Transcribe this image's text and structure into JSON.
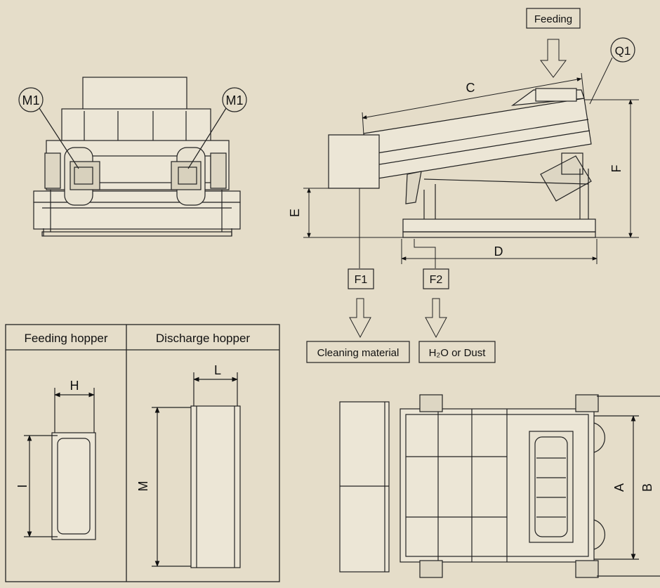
{
  "front_view": {
    "motor_label_left": "M1",
    "motor_label_right": "M1"
  },
  "side_view": {
    "feeding": "Feeding",
    "outlet_q1": "Q1",
    "dim_c": "C",
    "dim_d": "D",
    "dim_e": "E",
    "dim_f": "F",
    "outlet_f1": "F1",
    "outlet_f2": "F2",
    "f1_output": "Cleaning material",
    "f2_output": "H₂O or Dust"
  },
  "hopper_table": {
    "feeding_header": "Feeding hopper",
    "discharge_header": "Discharge hopper",
    "dim_h": "H",
    "dim_i": "I",
    "dim_l": "L",
    "dim_m": "M"
  },
  "top_view": {
    "dim_a": "A",
    "dim_b": "B"
  }
}
